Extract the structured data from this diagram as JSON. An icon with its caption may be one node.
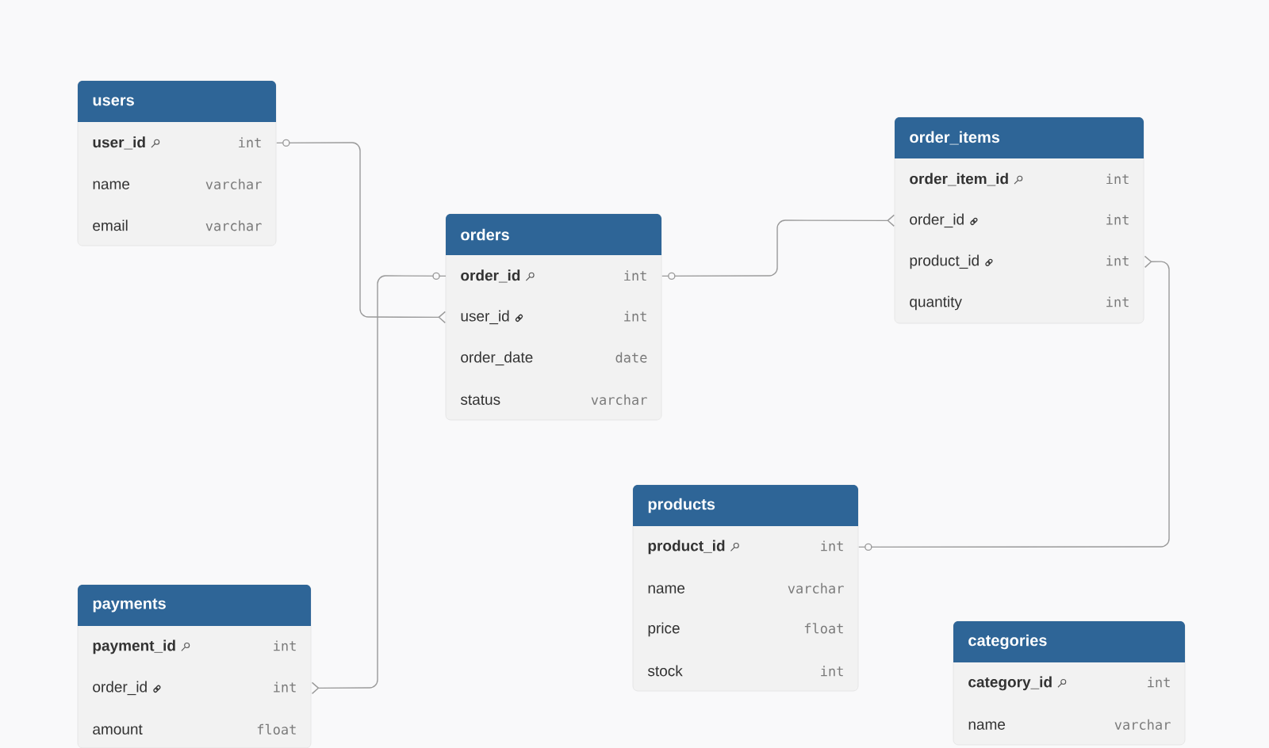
{
  "diagram": {
    "nodes": [
      {
        "text": [
          "users"
        ]
      },
      {
        "text": [
          "user_id",
          "int"
        ],
        "in": 0
      },
      {
        "text": [
          "name",
          "varchar"
        ],
        "in": 0
      },
      {
        "text": [
          "email",
          "varchar"
        ],
        "in": 0
      },
      {
        "text": [
          "orders"
        ]
      },
      {
        "text": [
          "order_id",
          "int"
        ],
        "in": 4
      },
      {
        "text": [
          "user_id",
          "int"
        ],
        "in": 4
      },
      {
        "text": [
          "order_date",
          "date"
        ],
        "in": 4
      },
      {
        "text": [
          "status",
          "varchar"
        ],
        "in": 4
      },
      {
        "text": [
          "order_items"
        ]
      },
      {
        "text": [
          "order_item_id",
          "int"
        ],
        "in": 9
      },
      {
        "text": [
          "order_id",
          "int"
        ],
        "in": 9
      },
      {
        "text": [
          "product_id",
          "int"
        ],
        "in": 9
      },
      {
        "text": [
          "quantity",
          "int"
        ],
        "in": 9
      },
      {
        "text": [
          "products"
        ]
      },
      {
        "text": [
          "product_id",
          "int"
        ],
        "in": 14
      },
      {
        "text": [
          "name",
          "varchar"
        ],
        "in": 14
      },
      {
        "text": [
          "price",
          "float"
        ],
        "in": 14
      },
      {
        "text": [
          "stock",
          "int"
        ],
        "in": 14
      },
      {
        "text": [
          "payments"
        ]
      },
      {
        "text": [
          "payment_id",
          "int"
        ],
        "in": 19
      },
      {
        "text": [
          "order_id",
          "int"
        ],
        "in": 19
      },
      {
        "text": [
          "amount",
          "float"
        ],
        "in": 19
      },
      {
        "text": [
          "categories"
        ]
      },
      {
        "text": [
          "category_id",
          "int"
        ],
        "in": 23
      },
      {
        "text": [
          "name",
          "varchar"
        ],
        "in": 23
      }
    ],
    "edges": [
      {
        "from": 1,
        "to": 6,
        "arrow": "other"
      },
      {
        "from": 5,
        "to": 21,
        "arrow": "other"
      },
      {
        "from": 5,
        "to": 11,
        "arrow": "other"
      },
      {
        "from": 15,
        "to": 12,
        "arrow": "other"
      }
    ]
  }
}
